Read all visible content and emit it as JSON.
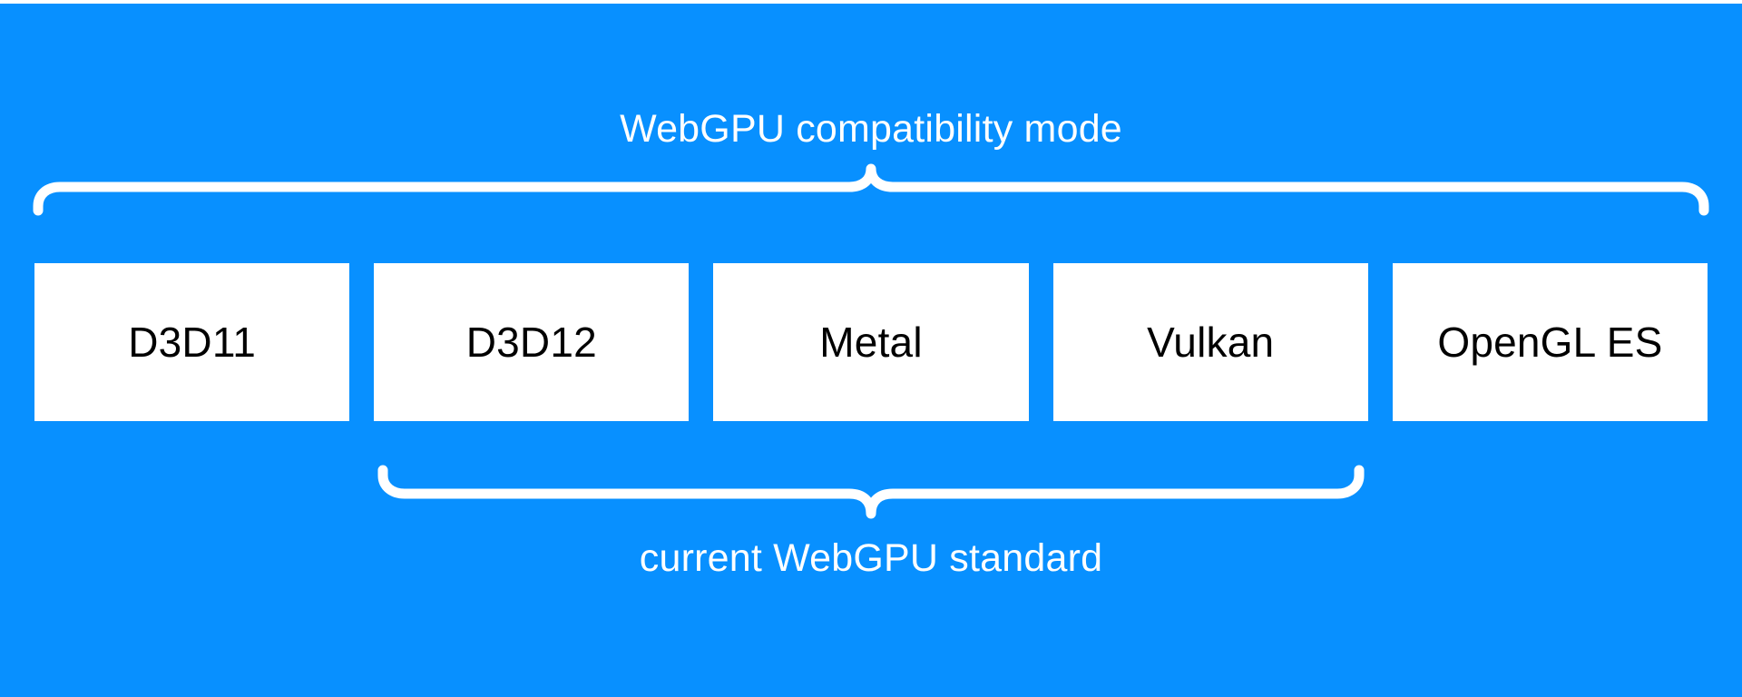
{
  "diagram": {
    "title": "WebGPU compatibility mode",
    "background_color": "#0890ff",
    "box_fill_color": "#ffffff",
    "box_text_color": "#000000",
    "label_text_color": "#ffffff"
  },
  "top_brace": {
    "label": "WebGPU compatibility mode",
    "covers": [
      "D3D11",
      "D3D12",
      "Metal",
      "Vulkan",
      "OpenGL ES"
    ],
    "orientation": "above"
  },
  "bottom_brace": {
    "label": "current WebGPU standard",
    "covers": [
      "D3D12",
      "Metal",
      "Vulkan"
    ],
    "orientation": "below"
  },
  "api_boxes": [
    {
      "label": "D3D11"
    },
    {
      "label": "D3D12"
    },
    {
      "label": "Metal"
    },
    {
      "label": "Vulkan"
    },
    {
      "label": "OpenGL ES"
    }
  ]
}
